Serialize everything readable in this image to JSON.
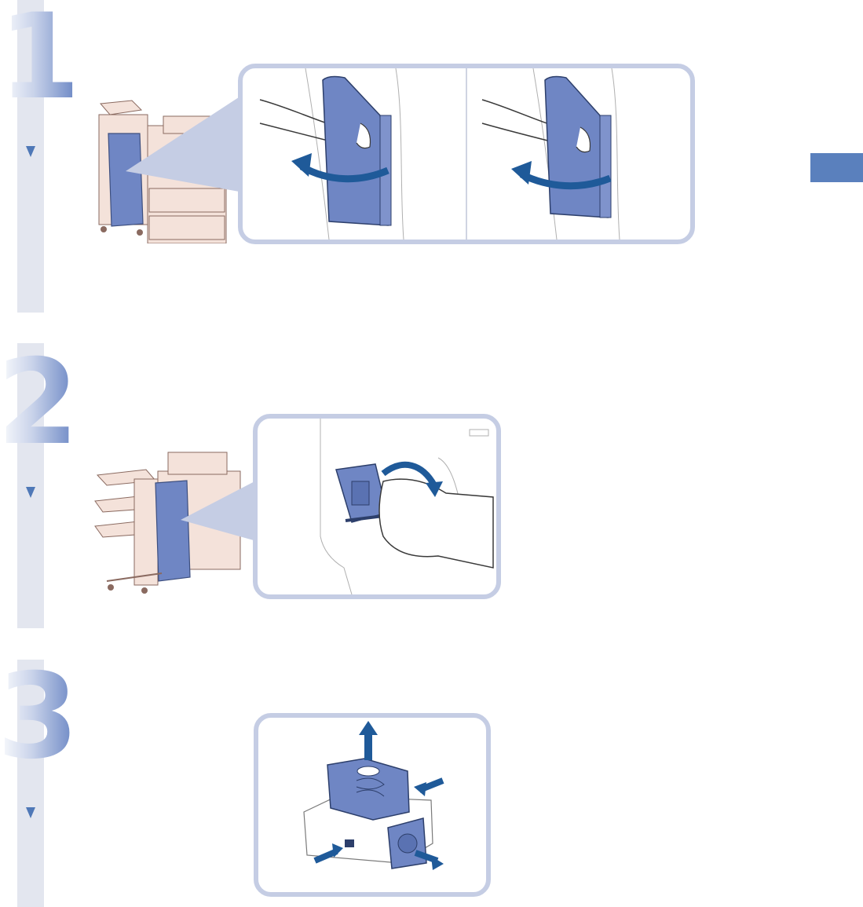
{
  "steps": [
    {
      "number": "1"
    },
    {
      "number": "2"
    },
    {
      "number": "3"
    }
  ],
  "icons": {
    "step_arrow": "down-triangle-icon",
    "open_arrow": "curved-arrow-icon",
    "push_arrow": "straight-arrow-icon"
  },
  "colors": {
    "accent": "#4f78b7",
    "tab": "#5a80bd",
    "step_bar": "#e3e6ef",
    "panel_border": "#c5cde4",
    "machine_part": "#6f86c4",
    "machine_body": "#f4e2da"
  }
}
